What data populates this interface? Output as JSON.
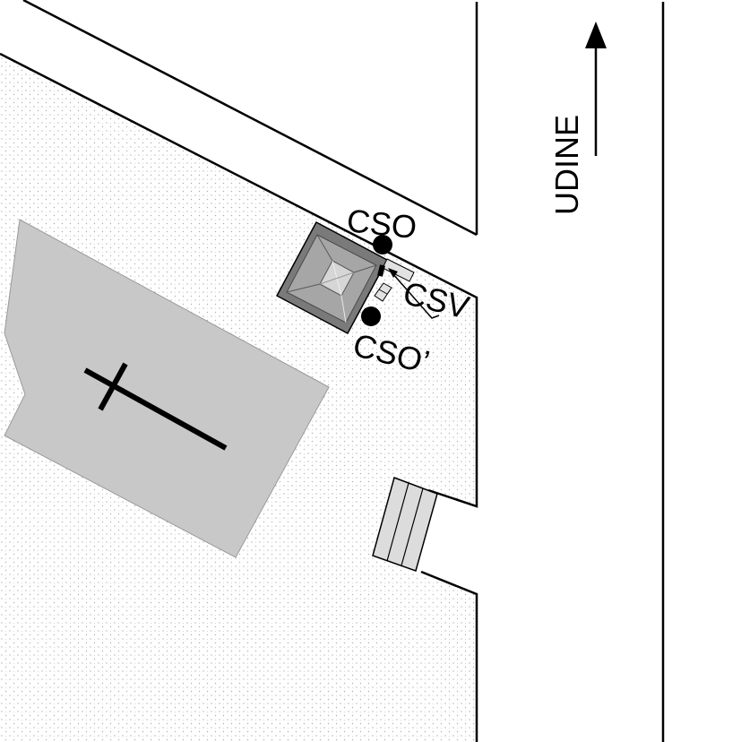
{
  "labels": {
    "cso": "CSO",
    "csv": "CSV",
    "cso_prime": "CSO’",
    "direction": "UDINE"
  },
  "icons": {
    "church": "cross-icon",
    "direction": "arrow-up-icon",
    "point": "filled-circle-marker"
  },
  "colors": {
    "ink": "#000000",
    "paper": "#ffffff",
    "church_fill": "#c8c8c8",
    "area_texture": "#b0b0b0",
    "tower_outer": "#7a7a7a",
    "tower_mid": "#a6a6a6",
    "tower_light": "#d6d6d6",
    "steps_fill": "#dcdcdc"
  }
}
